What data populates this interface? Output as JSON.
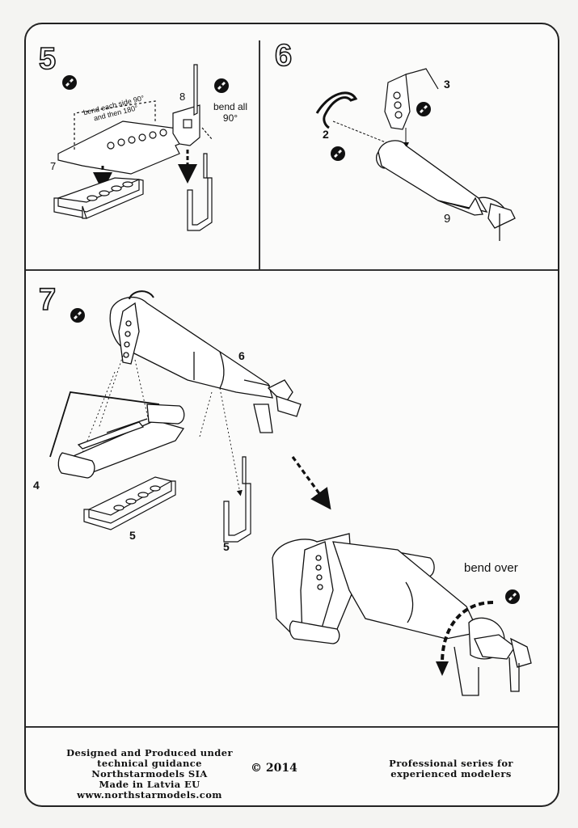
{
  "steps": {
    "step5": {
      "number": "5",
      "part_labels": {
        "p7": "7",
        "p8": "8"
      },
      "note_fold": "bend each side 90° and then 180°",
      "note_bend": "bend all\n90°"
    },
    "step6": {
      "number": "6",
      "part_labels": {
        "p2": "2",
        "p3": "3",
        "p9": "9"
      }
    },
    "step7": {
      "number": "7",
      "part_labels": {
        "p4": "4",
        "p5a": "5",
        "p5b": "5",
        "p6": "6"
      },
      "callout": "bend over"
    }
  },
  "footer": {
    "left_lines": [
      "Designed and Produced under",
      "technical guidance",
      "Northstarmodels SIA",
      "Made in Latvia EU",
      "www.northstarmodels.com"
    ],
    "copyright": "© 2014",
    "right_lines": [
      "Professional series for",
      "experienced modelers"
    ]
  },
  "icons": {
    "photo_etch": "photo-etch-part-icon"
  }
}
